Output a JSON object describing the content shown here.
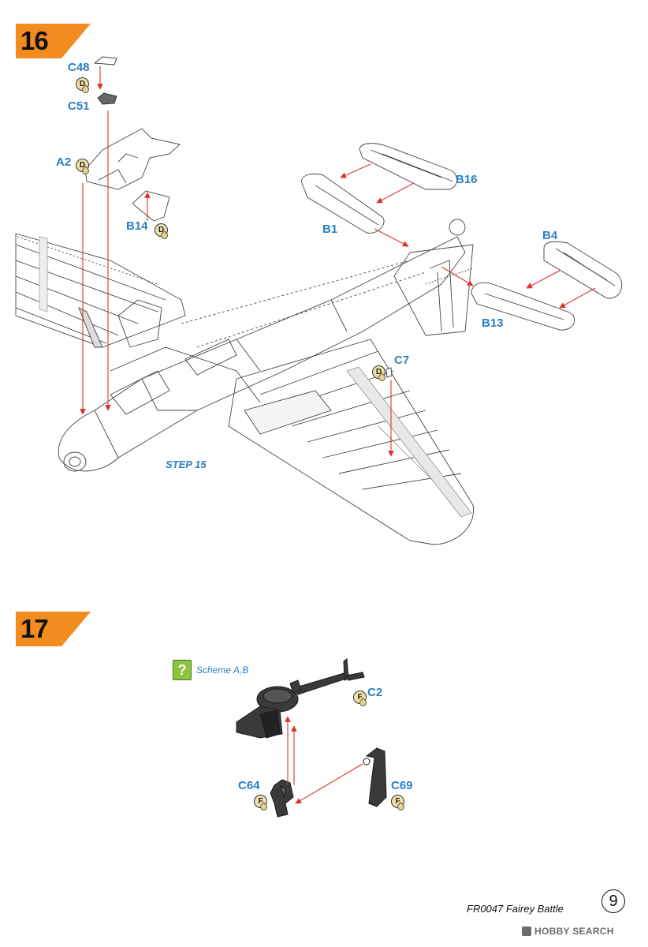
{
  "steps": [
    {
      "number": "16"
    },
    {
      "number": "17"
    }
  ],
  "colors": {
    "accent_orange": "#f28c1e",
    "part_blue": "#2a7fc4",
    "arrow_red": "#d9342b",
    "scheme_green": "#8dc43f",
    "gun_dark": "#3a3a3a"
  },
  "step16": {
    "parts": {
      "c48": "C48",
      "c51": "C51",
      "a2": "A2",
      "b14": "B14",
      "b16": "B16",
      "b1": "B1",
      "b4": "B4",
      "b13": "B13",
      "c7": "C7"
    },
    "paint_codes": {
      "c48": "D",
      "a2": "D",
      "b14": "D",
      "c7": "D"
    },
    "step_reference": "STEP 15"
  },
  "step17": {
    "scheme_icon": "?",
    "scheme_label": "Scheme A,B",
    "parts": {
      "c2": "C2",
      "c64": "C64",
      "c69": "C69"
    },
    "paint_codes": {
      "c2": "F",
      "c64": "F",
      "c69": "F"
    }
  },
  "footer": {
    "title": "FR0047 Fairey Battle",
    "page_number": "9"
  },
  "watermark": {
    "text": "HOBBY SEARCH",
    "icon": "hobby-search-logo-icon"
  }
}
